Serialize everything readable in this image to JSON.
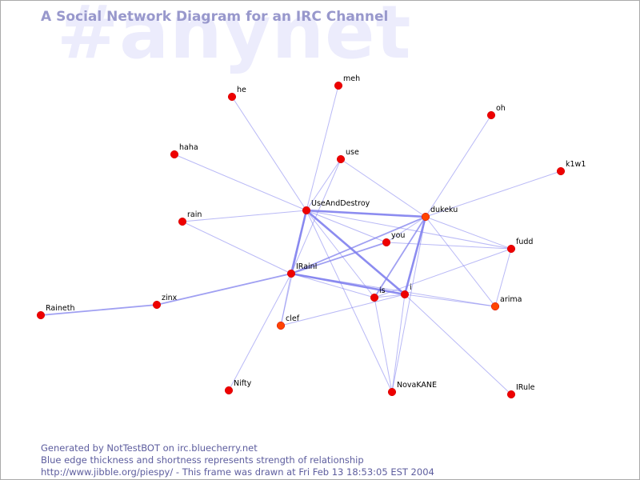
{
  "watermark": "#anynet",
  "title": "A Social Network Diagram for an IRC Channel",
  "footer": {
    "line1": "Generated by NotTestBOT on irc.bluecherry.net",
    "line2": "Blue edge thickness and shortness represents strength of relationship",
    "line3": "http://www.jibble.org/piespy/ - This frame was drawn at Fri Feb 13 18:53:05 EST 2004"
  },
  "colors": {
    "node_default": "#ee0000",
    "node_active": "#ff4400",
    "edge": "#8080ee",
    "title": "#9898cc",
    "footer": "#5d5d9e"
  },
  "nodes": [
    {
      "id": "he",
      "label": "he",
      "state": "default"
    },
    {
      "id": "meh",
      "label": "meh",
      "state": "default"
    },
    {
      "id": "oh",
      "label": "oh",
      "state": "default"
    },
    {
      "id": "haha",
      "label": "haha",
      "state": "default"
    },
    {
      "id": "use",
      "label": "use",
      "state": "default"
    },
    {
      "id": "k1w1",
      "label": "k1w1",
      "state": "default"
    },
    {
      "id": "UseAndDestroy",
      "label": "UseAndDestroy",
      "state": "default"
    },
    {
      "id": "dukeku",
      "label": "dukeku",
      "state": "active"
    },
    {
      "id": "rain",
      "label": "rain",
      "state": "default"
    },
    {
      "id": "you",
      "label": "you",
      "state": "default"
    },
    {
      "id": "fudd",
      "label": "fudd",
      "state": "default"
    },
    {
      "id": "IRainI",
      "label": "IRainI",
      "state": "default"
    },
    {
      "id": "is",
      "label": "is",
      "state": "default"
    },
    {
      "id": "i",
      "label": "i",
      "state": "default"
    },
    {
      "id": "arima",
      "label": "arima",
      "state": "active"
    },
    {
      "id": "zinx",
      "label": "zinx",
      "state": "default"
    },
    {
      "id": "Raineth",
      "label": "Raineth",
      "state": "default"
    },
    {
      "id": "clef",
      "label": "clef",
      "state": "active"
    },
    {
      "id": "Nifty",
      "label": "Nifty",
      "state": "default"
    },
    {
      "id": "NovaKANE",
      "label": "NovaKANE",
      "state": "default"
    },
    {
      "id": "IRule",
      "label": "IRule",
      "state": "default"
    }
  ],
  "edges": [
    {
      "from": "UseAndDestroy",
      "to": "he",
      "weight": 1
    },
    {
      "from": "UseAndDestroy",
      "to": "meh",
      "weight": 1
    },
    {
      "from": "UseAndDestroy",
      "to": "haha",
      "weight": 1
    },
    {
      "from": "UseAndDestroy",
      "to": "use",
      "weight": 1
    },
    {
      "from": "UseAndDestroy",
      "to": "rain",
      "weight": 1
    },
    {
      "from": "UseAndDestroy",
      "to": "dukeku",
      "weight": 3
    },
    {
      "from": "UseAndDestroy",
      "to": "IRainI",
      "weight": 3
    },
    {
      "from": "UseAndDestroy",
      "to": "i",
      "weight": 3
    },
    {
      "from": "UseAndDestroy",
      "to": "is",
      "weight": 1
    },
    {
      "from": "UseAndDestroy",
      "to": "you",
      "weight": 1
    },
    {
      "from": "UseAndDestroy",
      "to": "fudd",
      "weight": 1
    },
    {
      "from": "UseAndDestroy",
      "to": "clef",
      "weight": 1
    },
    {
      "from": "UseAndDestroy",
      "to": "NovaKANE",
      "weight": 1
    },
    {
      "from": "use",
      "to": "dukeku",
      "weight": 1
    },
    {
      "from": "use",
      "to": "IRainI",
      "weight": 1
    },
    {
      "from": "oh",
      "to": "dukeku",
      "weight": 1
    },
    {
      "from": "k1w1",
      "to": "dukeku",
      "weight": 1
    },
    {
      "from": "dukeku",
      "to": "you",
      "weight": 1
    },
    {
      "from": "dukeku",
      "to": "IRainI",
      "weight": 2
    },
    {
      "from": "dukeku",
      "to": "i",
      "weight": 3
    },
    {
      "from": "dukeku",
      "to": "is",
      "weight": 2
    },
    {
      "from": "dukeku",
      "to": "fudd",
      "weight": 1
    },
    {
      "from": "dukeku",
      "to": "arima",
      "weight": 1
    },
    {
      "from": "dukeku",
      "to": "NovaKANE",
      "weight": 1
    },
    {
      "from": "rain",
      "to": "IRainI",
      "weight": 1
    },
    {
      "from": "IRainI",
      "to": "you",
      "weight": 2
    },
    {
      "from": "IRainI",
      "to": "i",
      "weight": 3
    },
    {
      "from": "IRainI",
      "to": "is",
      "weight": 1
    },
    {
      "from": "IRainI",
      "to": "zinx",
      "weight": 2
    },
    {
      "from": "IRainI",
      "to": "clef",
      "weight": 1
    },
    {
      "from": "IRainI",
      "to": "Nifty",
      "weight": 1
    },
    {
      "from": "IRainI",
      "to": "arima",
      "weight": 1
    },
    {
      "from": "zinx",
      "to": "Raineth",
      "weight": 2
    },
    {
      "from": "you",
      "to": "fudd",
      "weight": 1
    },
    {
      "from": "fudd",
      "to": "is",
      "weight": 1
    },
    {
      "from": "fudd",
      "to": "arima",
      "weight": 1
    },
    {
      "from": "i",
      "to": "arima",
      "weight": 1
    },
    {
      "from": "i",
      "to": "NovaKANE",
      "weight": 1
    },
    {
      "from": "i",
      "to": "IRule",
      "weight": 1
    },
    {
      "from": "i",
      "to": "clef",
      "weight": 1
    },
    {
      "from": "i",
      "to": "is",
      "weight": 1
    },
    {
      "from": "is",
      "to": "NovaKANE",
      "weight": 1
    }
  ]
}
